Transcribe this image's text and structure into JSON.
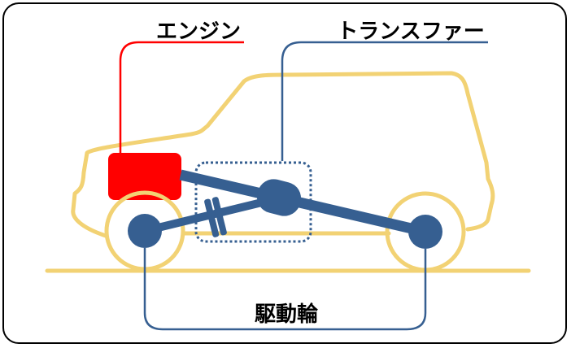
{
  "labels": {
    "engine": "エンジン",
    "transfer": "トランスファー",
    "drive_wheels": "駆動輪"
  },
  "colors": {
    "car_outline": "#f2d274",
    "engine": "#ff0000",
    "drivetrain": "#365f91",
    "leader_engine": "#ff0000",
    "leader_blue": "#365f91"
  }
}
